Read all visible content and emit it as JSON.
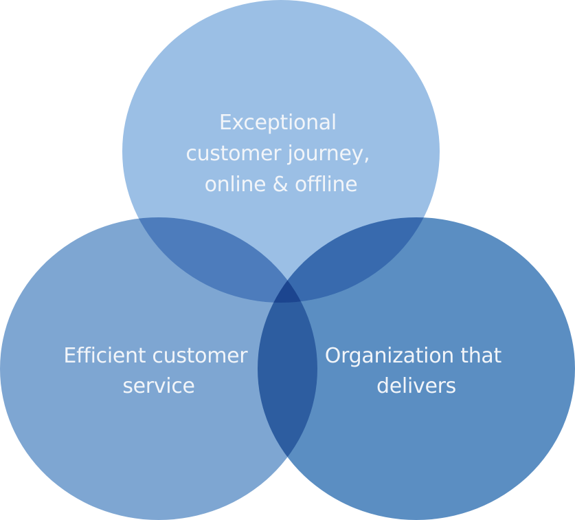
{
  "diagram": {
    "circles": [
      {
        "id": "top",
        "lines": [
          "Exceptional",
          "customer journey,",
          "online & offline"
        ],
        "color": "#9bbfe5"
      },
      {
        "id": "left",
        "lines": [
          "Efficient customer",
          "service"
        ],
        "color": "#7ea6d2"
      },
      {
        "id": "right",
        "lines": [
          "Organization that",
          "delivers"
        ],
        "color": "#5b8ec2"
      }
    ]
  }
}
